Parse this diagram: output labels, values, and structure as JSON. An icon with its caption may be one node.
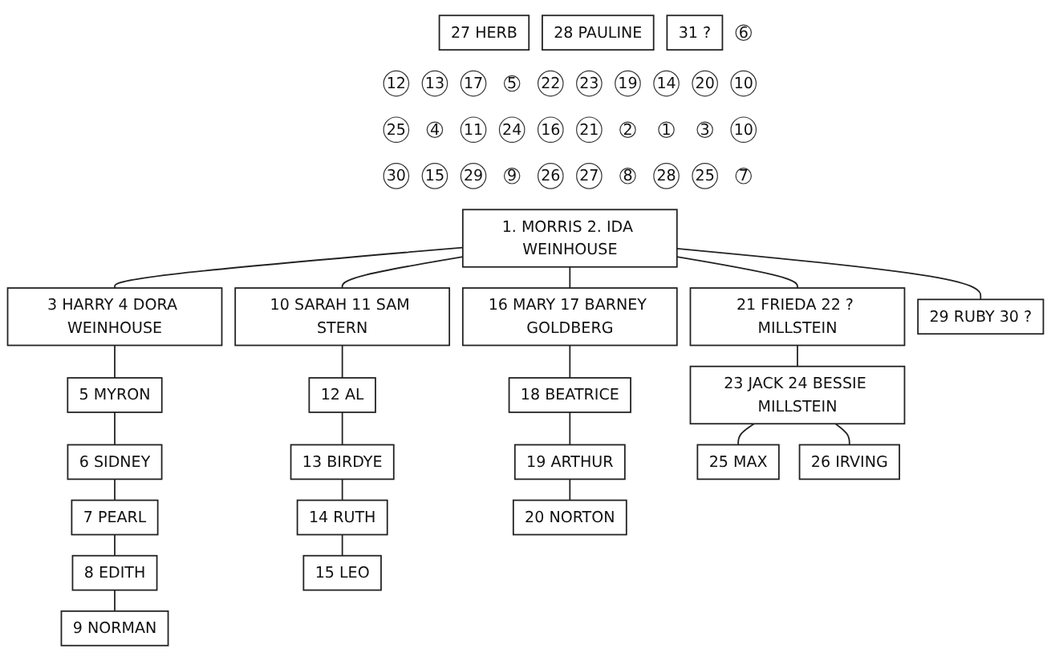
{
  "diagram": {
    "nodes": [
      {
        "text": [
          "1. MORRIS 2. IDA WEINHOUSE"
        ]
      },
      {
        "text": [
          "3 HARRY 4 DORA WEINHOUSE"
        ]
      },
      {
        "text": [
          "5 MYRON"
        ]
      },
      {
        "text": [
          "6 SIDNEY"
        ]
      },
      {
        "text": [
          "7 PEARL"
        ]
      },
      {
        "text": [
          "8 EDITH"
        ]
      },
      {
        "text": [
          "9 NORMAN"
        ]
      },
      {
        "text": [
          "10 SARAH 11 SAM STERN"
        ]
      },
      {
        "text": [
          "12 AL"
        ]
      },
      {
        "text": [
          "13 BIRDYE"
        ]
      },
      {
        "text": [
          "14 RUTH"
        ]
      },
      {
        "text": [
          "15 LEO"
        ]
      },
      {
        "text": [
          "16 MARY 17 BARNEY GOLDBERG"
        ]
      },
      {
        "text": [
          "18 BEATRICE"
        ]
      },
      {
        "text": [
          "19 ARTHUR"
        ]
      },
      {
        "text": [
          "20 NORTON"
        ]
      },
      {
        "text": [
          "21 FRIEDA 22 ? MILLSTEIN"
        ]
      },
      {
        "text": [
          "23 JACK 24 BESSIE MILLSTEIN"
        ]
      },
      {
        "text": [
          "25 MAX"
        ]
      },
      {
        "text": [
          "26 IRVING"
        ]
      },
      {
        "text": [
          "27 HERB"
        ]
      },
      {
        "text": [
          "28 PAULINE"
        ]
      },
      {
        "text": [
          "29 RUBY 30 ?"
        ]
      },
      {
        "text": [
          "31 ?"
        ]
      },
      {
        "text": [
          "6"
        ]
      },
      {
        "text": [
          "12"
        ]
      },
      {
        "text": [
          "13"
        ]
      },
      {
        "text": [
          "17"
        ]
      },
      {
        "text": [
          "5"
        ]
      },
      {
        "text": [
          "22"
        ]
      },
      {
        "text": [
          "23"
        ]
      },
      {
        "text": [
          "19"
        ]
      },
      {
        "text": [
          "14"
        ]
      },
      {
        "text": [
          "20"
        ]
      },
      {
        "text": [
          "10"
        ]
      },
      {
        "text": [
          "25"
        ]
      },
      {
        "text": [
          "4"
        ]
      },
      {
        "text": [
          "11"
        ]
      },
      {
        "text": [
          "24"
        ]
      },
      {
        "text": [
          "16"
        ]
      },
      {
        "text": [
          "21"
        ]
      },
      {
        "text": [
          "2"
        ]
      },
      {
        "text": [
          "1"
        ]
      },
      {
        "text": [
          "3"
        ]
      },
      {
        "text": [
          "10"
        ]
      },
      {
        "text": [
          "30"
        ]
      },
      {
        "text": [
          "15"
        ]
      },
      {
        "text": [
          "29"
        ]
      },
      {
        "text": [
          "9"
        ]
      },
      {
        "text": [
          "26"
        ]
      },
      {
        "text": [
          "27"
        ]
      },
      {
        "text": [
          "8"
        ]
      },
      {
        "text": [
          "28"
        ]
      },
      {
        "text": [
          "25"
        ]
      },
      {
        "text": [
          "7"
        ]
      }
    ],
    "edges": [
      {
        "from": 0,
        "to": 1,
        "arrow": "none"
      },
      {
        "from": 0,
        "to": 7,
        "arrow": "none"
      },
      {
        "from": 0,
        "to": 12,
        "arrow": "none"
      },
      {
        "from": 0,
        "to": 16,
        "arrow": "none"
      },
      {
        "from": 0,
        "to": 22,
        "arrow": "none"
      },
      {
        "from": 1,
        "to": 2,
        "arrow": "none"
      },
      {
        "from": 2,
        "to": 3,
        "arrow": "none"
      },
      {
        "from": 3,
        "to": 4,
        "arrow": "none"
      },
      {
        "from": 4,
        "to": 5,
        "arrow": "none"
      },
      {
        "from": 5,
        "to": 6,
        "arrow": "none"
      },
      {
        "from": 7,
        "to": 8,
        "arrow": "none"
      },
      {
        "from": 8,
        "to": 9,
        "arrow": "none"
      },
      {
        "from": 9,
        "to": 10,
        "arrow": "none"
      },
      {
        "from": 10,
        "to": 11,
        "arrow": "none"
      },
      {
        "from": 12,
        "to": 13,
        "arrow": "none"
      },
      {
        "from": 13,
        "to": 14,
        "arrow": "none"
      },
      {
        "from": 14,
        "to": 15,
        "arrow": "none"
      },
      {
        "from": 16,
        "to": 17,
        "arrow": "none"
      },
      {
        "from": 17,
        "to": 18,
        "arrow": "none"
      },
      {
        "from": 17,
        "to": 19,
        "arrow": "none"
      }
    ]
  }
}
